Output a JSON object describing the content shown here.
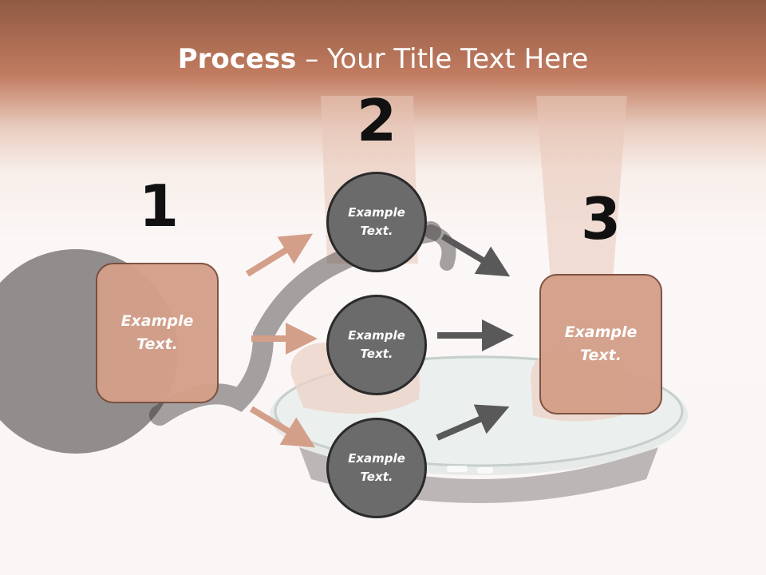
{
  "title": {
    "bold": "Process",
    "rest": " – Your Title Text Here"
  },
  "steps": {
    "one": {
      "number": "1",
      "line1": "Example",
      "line2": "Text."
    },
    "two": {
      "number": "2"
    },
    "three": {
      "number": "3",
      "line1": "Example",
      "line2": "Text."
    }
  },
  "circles": [
    {
      "line1": "Example",
      "line2": "Text."
    },
    {
      "line1": "Example",
      "line2": "Text."
    },
    {
      "line1": "Example",
      "line2": "Text."
    }
  ],
  "colors": {
    "header_band": "#c27c61",
    "box_fill": "#d49f89",
    "box_border": "#7a4d3c",
    "circle_fill": "#6b6b6b",
    "left_arrow": "#d49f89",
    "right_arrow": "#595959"
  }
}
